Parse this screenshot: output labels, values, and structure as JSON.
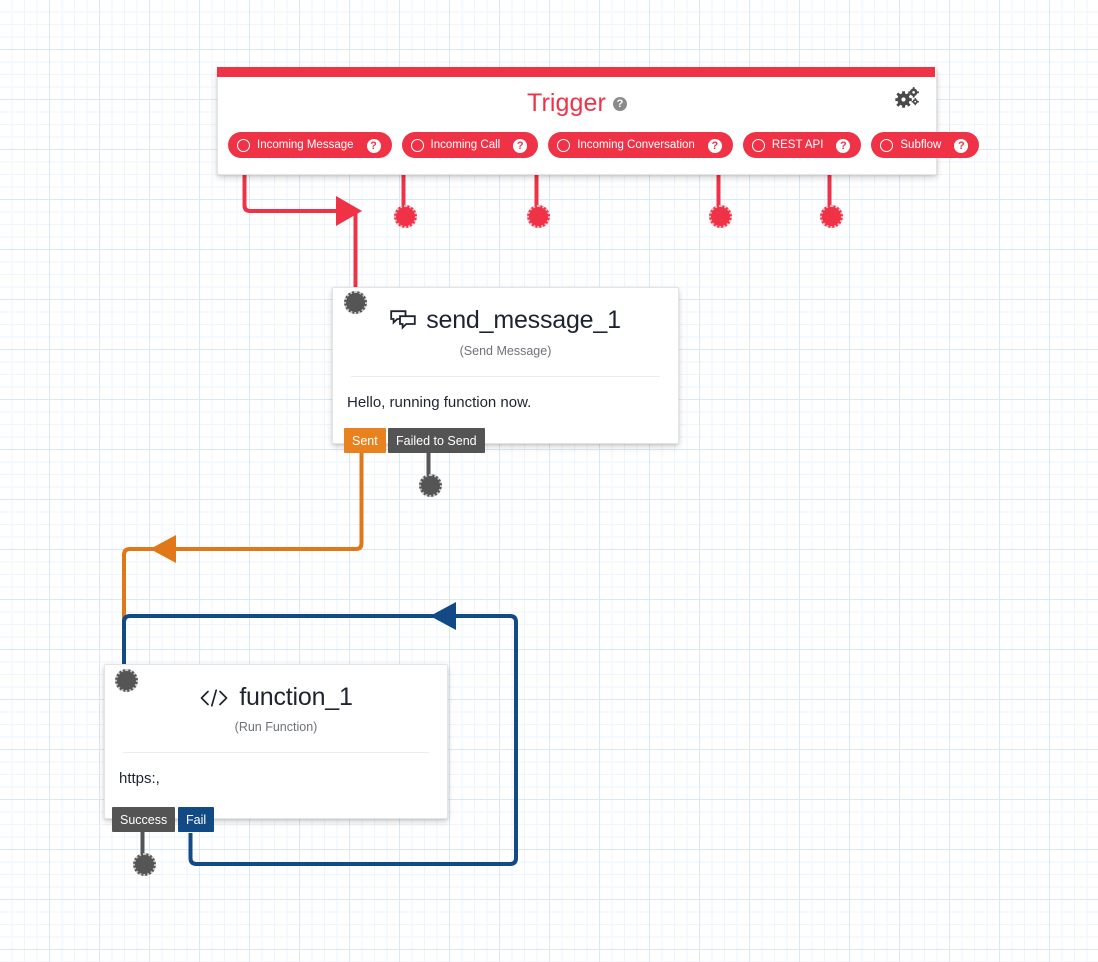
{
  "canvas": {
    "grid_minor_color": "#eef5fc",
    "grid_major_color": "#dbe9f7",
    "background": "#ffffff"
  },
  "trigger": {
    "title": "Trigger",
    "help_glyph": "?",
    "accent_color": "#f03247",
    "settings_icon": "gears-icon",
    "pills": [
      {
        "label": "Incoming Message",
        "help": "?"
      },
      {
        "label": "Incoming Call",
        "help": "?"
      },
      {
        "label": "Incoming Conversation",
        "help": "?"
      },
      {
        "label": "REST API",
        "help": "?"
      },
      {
        "label": "Subflow",
        "help": "?"
      }
    ]
  },
  "nodes": [
    {
      "id": "send_message_1",
      "title": "send_message_1",
      "icon": "chat-bubbles-icon",
      "subtitle": "(Send Message)",
      "body": "Hello, running function now.",
      "outputs": [
        {
          "label": "Sent",
          "color": "#e8821e"
        },
        {
          "label": "Failed to Send",
          "color": "#545454"
        }
      ]
    },
    {
      "id": "function_1",
      "title": "function_1",
      "icon": "code-brackets-icon",
      "subtitle": "(Run Function)",
      "body": "https:,",
      "outputs": [
        {
          "label": "Success",
          "color": "#545454"
        },
        {
          "label": "Fail",
          "color": "#124a86"
        }
      ]
    }
  ],
  "edges": [
    {
      "name": "incoming-message-to-send-message",
      "color": "#f03247"
    },
    {
      "name": "sent-to-function",
      "color": "#e8821e"
    },
    {
      "name": "fail-loop-to-send-message",
      "color": "#124a86"
    }
  ]
}
